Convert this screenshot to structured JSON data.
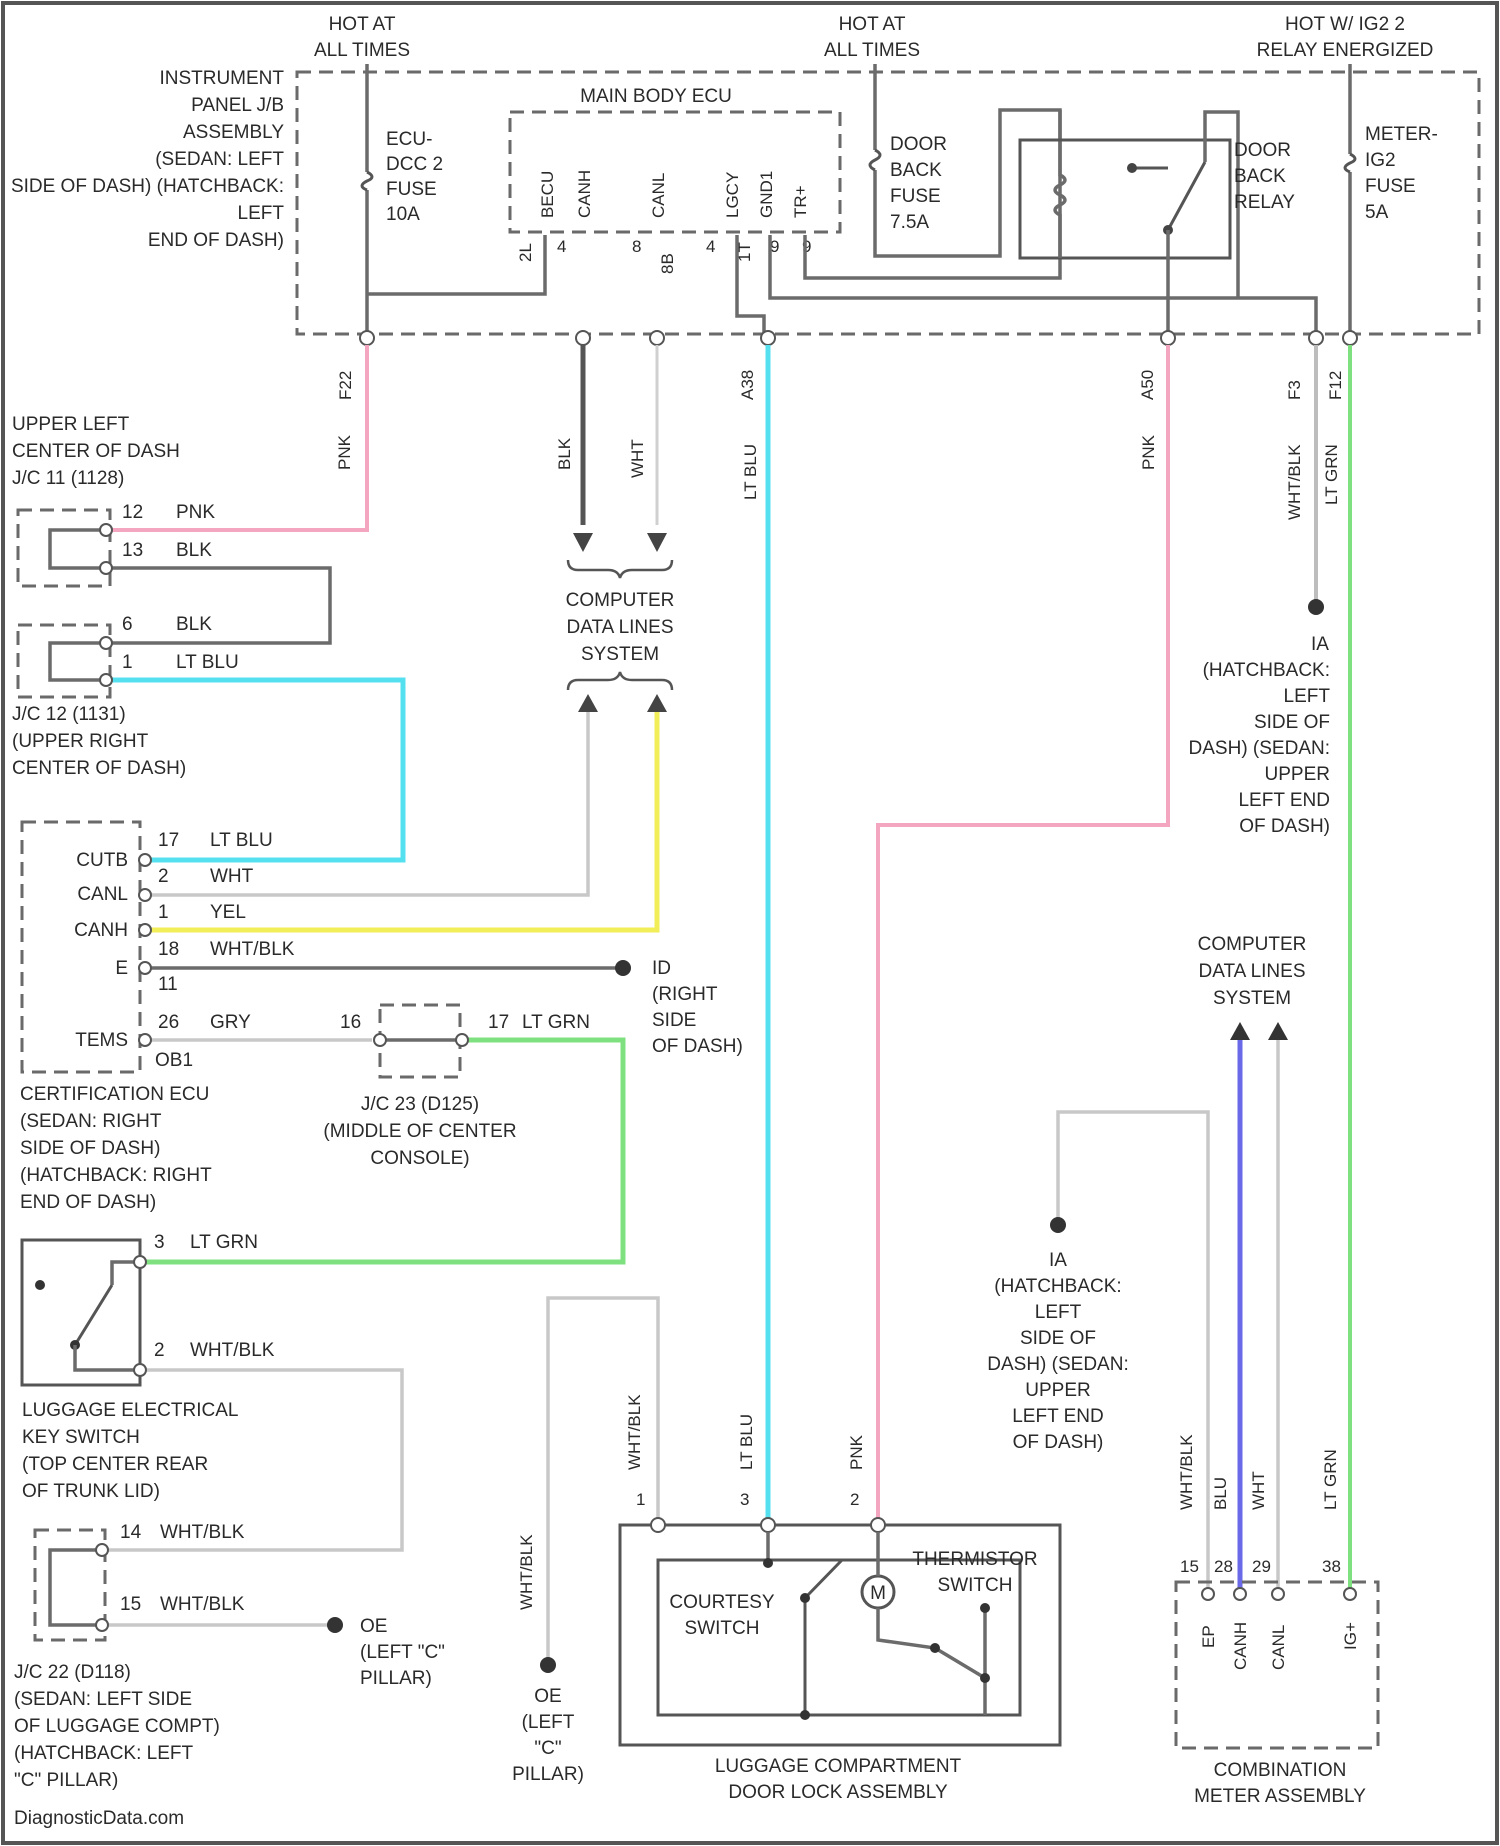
{
  "colors": {
    "pink": "#f4a6c0",
    "lt_blu": "#55e0f0",
    "yel": "#f2ee5a",
    "lt_grn": "#7fe07f",
    "blu": "#6a6ae8",
    "blk": "#555555",
    "wht": "#d0d0d0",
    "wht_blk": "#bdbdbd"
  },
  "top": {
    "hot1": [
      "HOT AT",
      "ALL TIMES"
    ],
    "hot2": [
      "HOT AT",
      "ALL TIMES"
    ],
    "hot3": [
      "HOT W/ IG2 2",
      "RELAY ENERGIZED"
    ]
  },
  "instrument_panel": [
    "INSTRUMENT",
    "PANEL J/B",
    "ASSEMBLY",
    "(SEDAN: LEFT",
    "SIDE OF DASH) (HATCHBACK:",
    "LEFT",
    "END OF DASH)"
  ],
  "ecu_fuse": [
    "ECU-",
    "DCC 2",
    "FUSE",
    "10A"
  ],
  "main_body_ecu": "MAIN BODY ECU",
  "mbe_pins": [
    "BECU",
    "CANH",
    "CANL",
    "LGCY",
    "GND1",
    "TR+"
  ],
  "mbe_pin_nums": [
    "2L",
    "4",
    "8",
    "8B",
    "4",
    "1T",
    "9",
    "9"
  ],
  "door_back_fuse": [
    "DOOR",
    "BACK",
    "FUSE",
    "7.5A"
  ],
  "door_back_relay": [
    "DOOR",
    "BACK",
    "RELAY"
  ],
  "meter_fuse": [
    "METER-",
    "IG2",
    "FUSE",
    "5A"
  ],
  "wire_ids": [
    "F22",
    "A38",
    "A50",
    "F3",
    "F12"
  ],
  "wire_colors": {
    "pink": "PNK",
    "blk": "BLK",
    "wht": "WHT",
    "lt_blu": "LT BLU",
    "wht_blk": "WHT/BLK",
    "lt_grn": "LT GRN",
    "blu": "BLU"
  },
  "jc11": [
    "UPPER LEFT",
    "CENTER OF DASH",
    "J/C 11 (1128)"
  ],
  "jc11_pins": [
    "12",
    "PNK",
    "13",
    "BLK"
  ],
  "jc12_pins": [
    "6",
    "BLK",
    "1",
    "LT BLU"
  ],
  "jc12": [
    "J/C 12 (1131)",
    "(UPPER RIGHT",
    "CENTER OF DASH)"
  ],
  "cdl": [
    "COMPUTER",
    "DATA LINES",
    "SYSTEM"
  ],
  "cert_pins": [
    "CUTB",
    "CANL",
    "CANH",
    "E",
    "TEMS",
    "OB1"
  ],
  "cert_nums": [
    "17",
    "LT BLU",
    "2",
    "WHT",
    "1",
    "YEL",
    "18",
    "WHT/BLK",
    "11",
    "26",
    "GRY"
  ],
  "ground_id": [
    "ID",
    "(RIGHT",
    "SIDE",
    "OF DASH)"
  ],
  "jc23_pins": [
    "16",
    "17",
    "LT GRN"
  ],
  "jc23": [
    "J/C 23 (D125)",
    "(MIDDLE OF CENTER",
    "CONSOLE)"
  ],
  "cert_ecu": [
    "CERTIFICATION ECU",
    "(SEDAN: RIGHT",
    "SIDE OF DASH)",
    "(HATCHBACK: RIGHT",
    "END OF DASH)"
  ],
  "lug_sw_pins": [
    "3",
    "LT GRN",
    "2",
    "WHT/BLK"
  ],
  "lug_sw": [
    "LUGGAGE ELECTRICAL",
    "KEY SWITCH",
    "(TOP CENTER REAR",
    "OF TRUNK LID)"
  ],
  "jc22_pins": [
    "14",
    "WHT/BLK",
    "15",
    "WHT/BLK"
  ],
  "ground_oe": [
    "OE",
    "(LEFT \"C\"",
    "PILLAR)"
  ],
  "jc22": [
    "J/C 22 (D118)",
    "(SEDAN: LEFT SIDE",
    "OF LUGGAGE COMPT)",
    "(HATCHBACK: LEFT",
    "\"C\" PILLAR)"
  ],
  "footer": "DiagnosticData.com",
  "ground_oe2": [
    "OE",
    "(LEFT",
    "\"C\"",
    "PILLAR)"
  ],
  "luggage_assy": [
    "LUGGAGE COMPARTMENT",
    "DOOR LOCK ASSEMBLY"
  ],
  "courtesy": [
    "COURTESY",
    "SWITCH"
  ],
  "thermistor": [
    "THERMISTOR",
    "SWITCH"
  ],
  "lca_pins": [
    "1",
    "3",
    "2"
  ],
  "ia_right": [
    "IA",
    "(HATCHBACK:",
    "LEFT",
    "SIDE OF",
    "DASH) (SEDAN:",
    "UPPER",
    "LEFT END",
    "OF DASH)"
  ],
  "ia_left": [
    "IA",
    "(HATCHBACK:",
    "LEFT",
    "SIDE OF",
    "DASH) (SEDAN:",
    "UPPER",
    "LEFT END",
    "OF DASH)"
  ],
  "cma_pins": [
    "EP",
    "CANH",
    "CANL",
    "IG+"
  ],
  "cma_nums": [
    "15",
    "28",
    "29",
    "38"
  ],
  "cma": [
    "COMBINATION",
    "METER ASSEMBLY"
  ],
  "motor": "M"
}
